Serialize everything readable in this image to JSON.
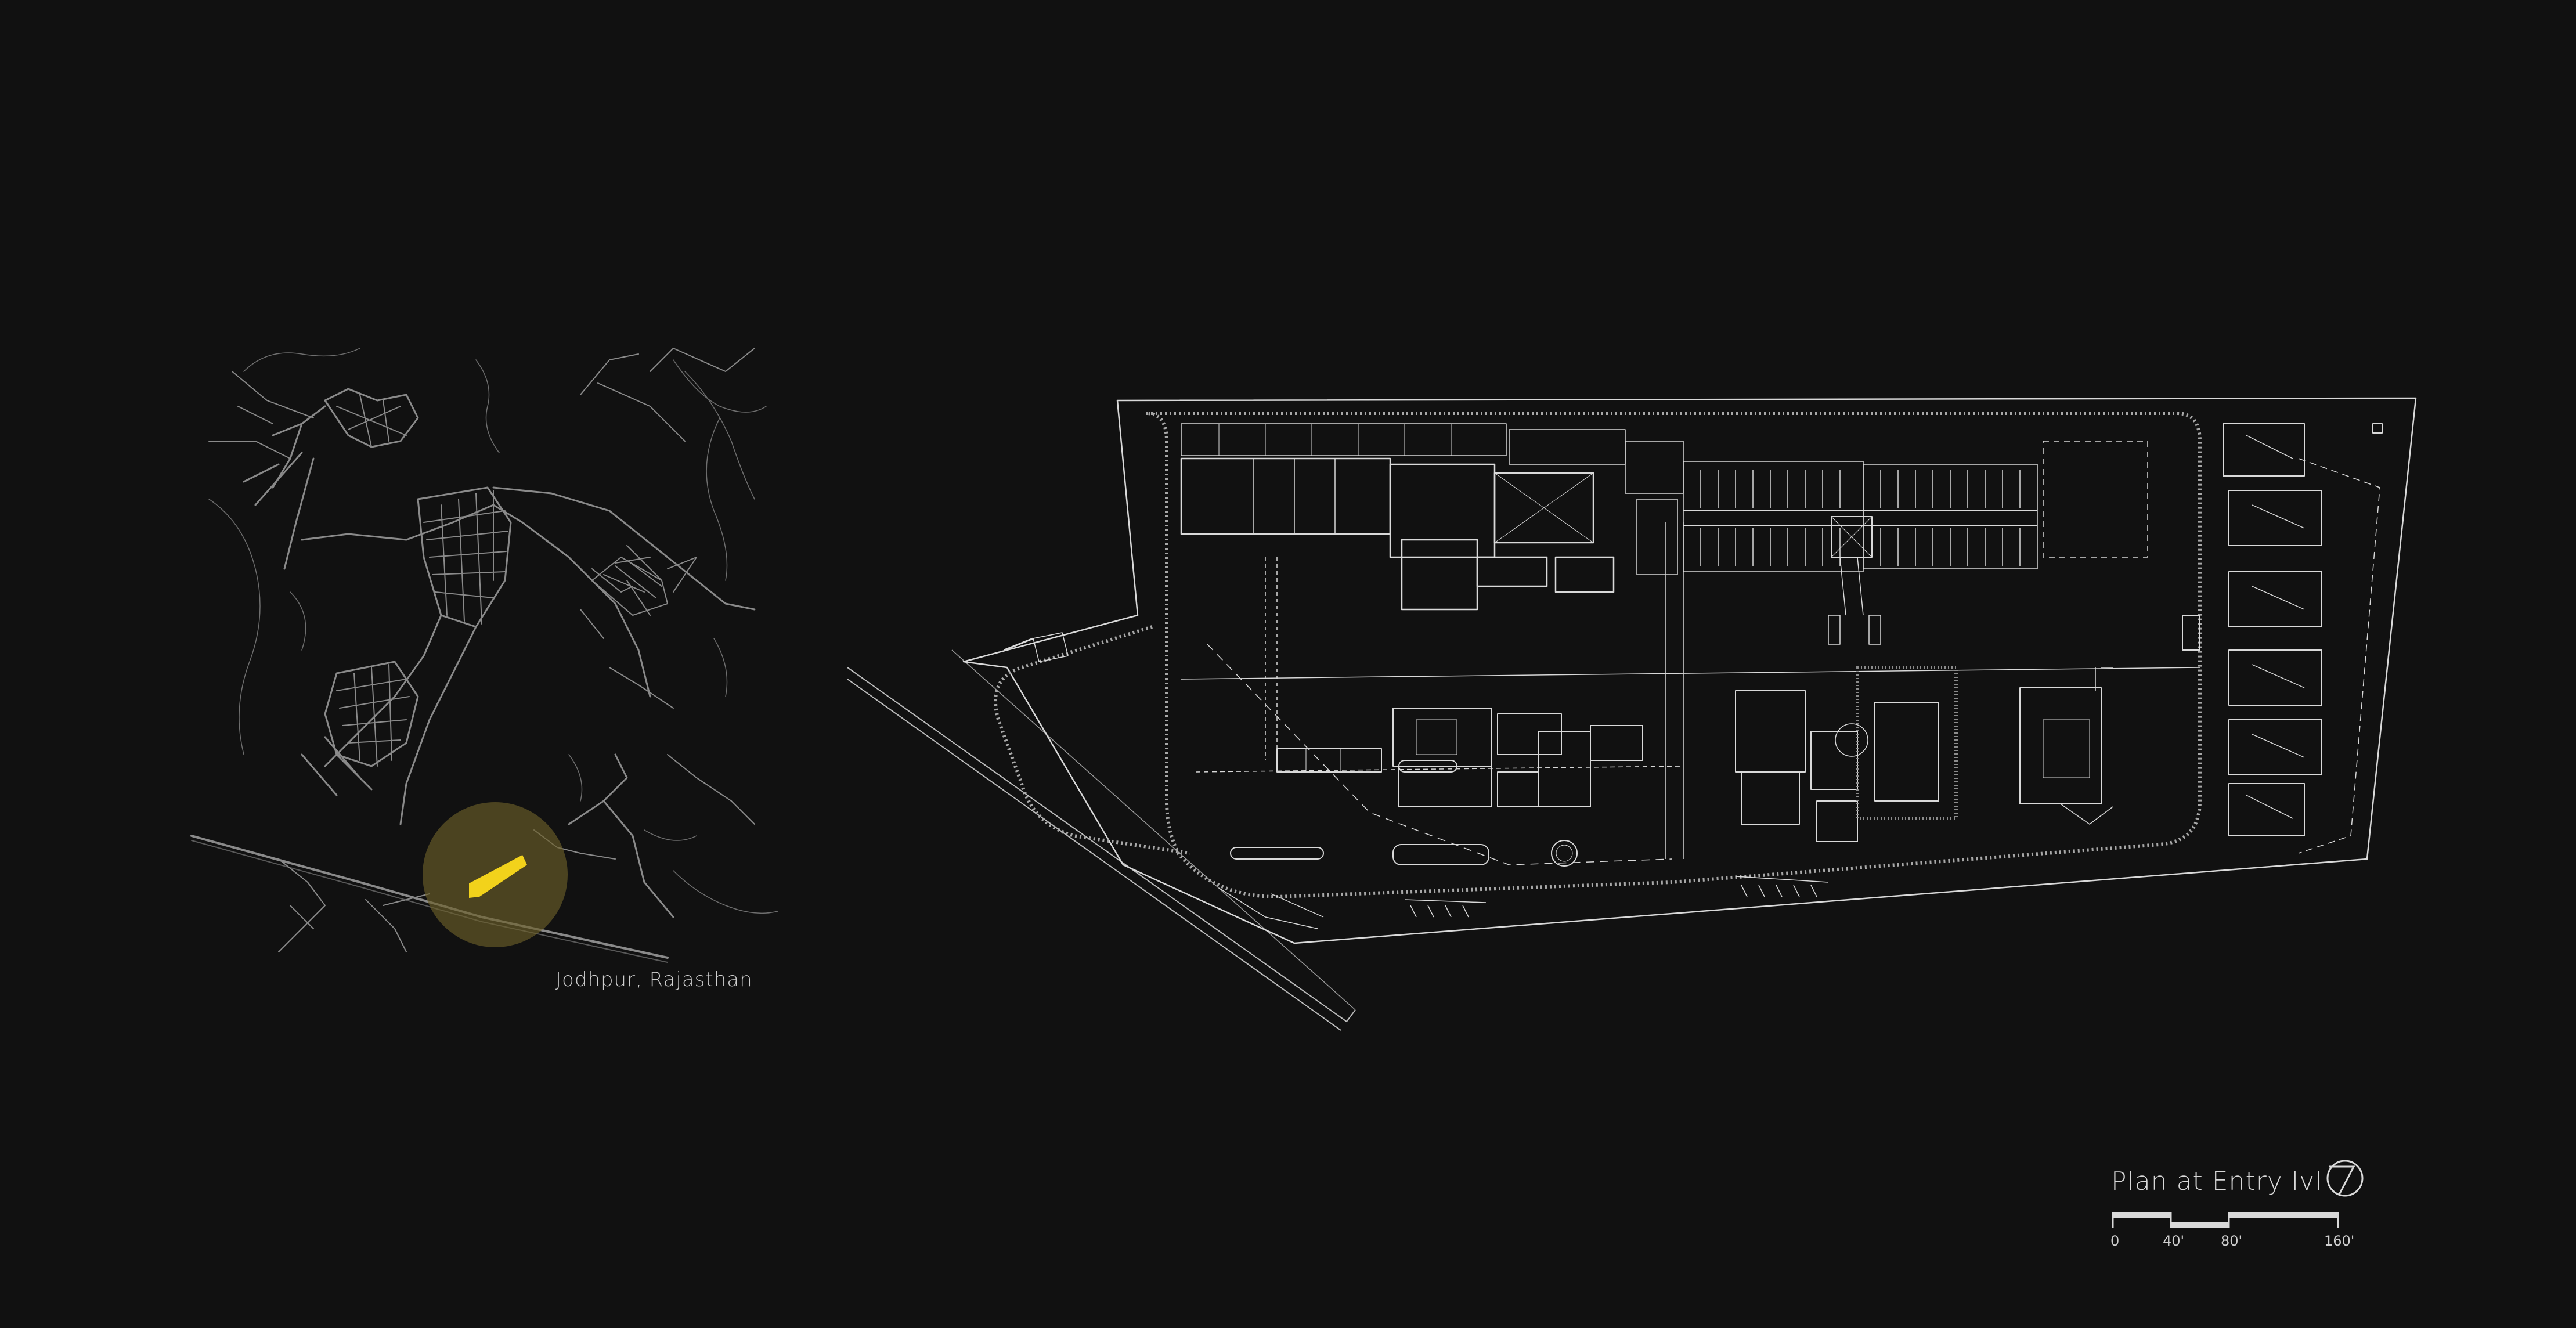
{
  "location_map": {
    "caption": "Jodhpur, Rajasthan",
    "site_highlight_color": "#f2d21b",
    "buffer_color": "#6b5f2a",
    "road_color": "#8a8a8a"
  },
  "site_plan": {
    "title": "Plan at Entry lvl",
    "line_color": "#d9d9d9",
    "north_arrow_icon": "north-arrow-icon"
  },
  "scale_bar": {
    "ticks": [
      "0",
      "40'",
      "80'",
      "160'"
    ],
    "unit": "feet"
  },
  "theme": {
    "background": "#111111",
    "text": "#d6d6d6"
  }
}
